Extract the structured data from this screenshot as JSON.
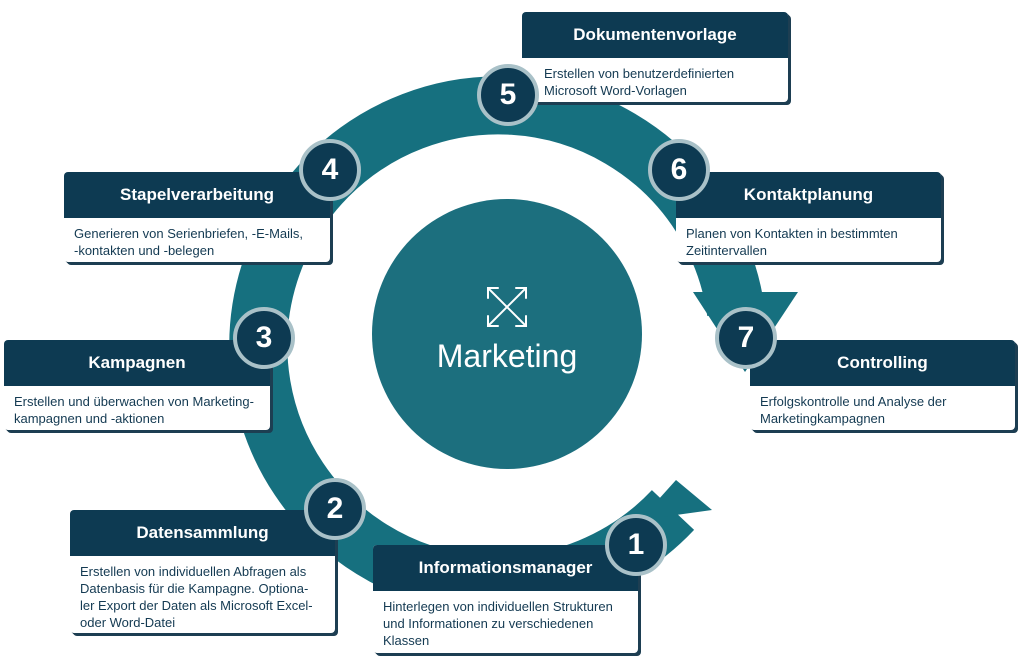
{
  "center": {
    "title": "Marketing",
    "icon": "expand-arrows-icon"
  },
  "colors": {
    "ring": "#16707f",
    "center_circle": "#1c6f7e",
    "card_header": "#0d3a52",
    "badge_border": "#a9c1c8"
  },
  "steps": [
    {
      "number": "1",
      "title": "Informationsmanager",
      "description": "Hinterlegen von individuellen Strukturen\nund Informationen zu verschiedenen\nKlassen"
    },
    {
      "number": "2",
      "title": "Datensammlung",
      "description": "Erstellen von individuellen Abfragen als\nDatenbasis für die Kampagne. Optiona-\nler Export der Daten als Microsoft Excel-\noder Word-Datei"
    },
    {
      "number": "3",
      "title": "Kampagnen",
      "description": "Erstellen und überwachen von Marketing-\nkampagnen und -aktionen"
    },
    {
      "number": "4",
      "title": "Stapelverarbeitung",
      "description": "Generieren von Serienbriefen, -E-Mails,\n-kontakten und -belegen"
    },
    {
      "number": "5",
      "title": "Dokumentenvorlage",
      "description": "Erstellen von benutzerdefinierten\nMicrosoft Word-Vorlagen"
    },
    {
      "number": "6",
      "title": "Kontaktplanung",
      "description": "Planen von Kontakten in bestimmten\nZeitintervallen"
    },
    {
      "number": "7",
      "title": "Controlling",
      "description": "Erfolgskontrolle und Analyse der\nMarketingkampagnen"
    }
  ]
}
